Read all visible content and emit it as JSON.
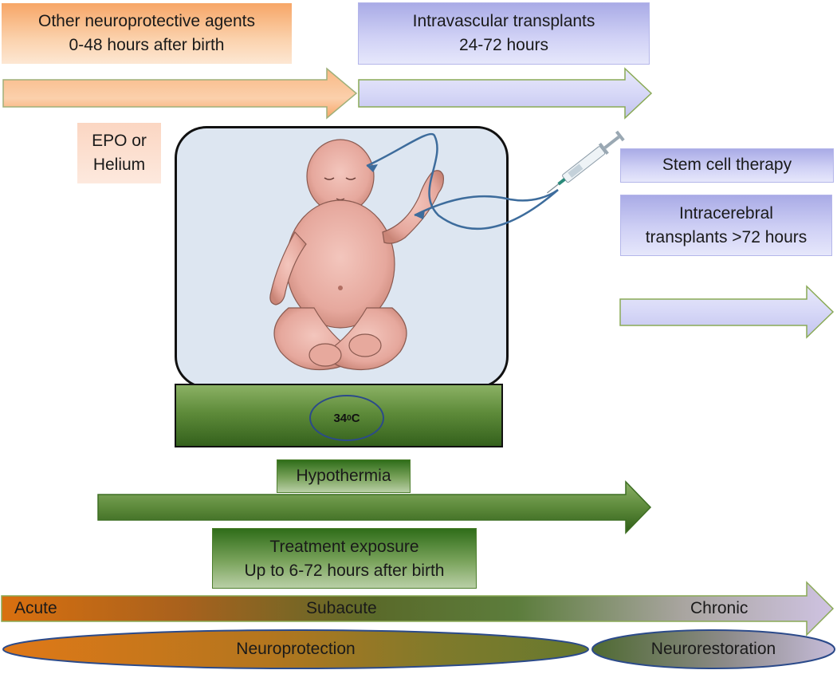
{
  "neuroprotective_box": {
    "line1": "Other neuroprotective agents",
    "line2": "0-48  hours after birth"
  },
  "intravascular_box": {
    "line1": "Intravascular transplants",
    "line2": "24-72 hours"
  },
  "epo_box": {
    "line1": "EPO or",
    "line2": "Helium"
  },
  "stem_cell_box": {
    "label": "Stem cell therapy"
  },
  "intracerebral_box": {
    "line1": "Intracerebral",
    "line2": "transplants >72 hours"
  },
  "incubator": {
    "temperature_base": "34",
    "temperature_sup": "0",
    "temperature_unit": "C"
  },
  "hypothermia_box": {
    "label": "Hypothermia"
  },
  "treatment_box": {
    "line1": "Treatment exposure",
    "line2": "Up to 6-72 hours after birth"
  },
  "stages": {
    "acute": "Acute",
    "subacute": "Subacute",
    "chronic": "Chronic"
  },
  "phases": {
    "neuroprotection": "Neuroprotection",
    "neurorestoration": "Neurorestoration"
  },
  "colors": {
    "orange": "#f7a667",
    "lavender": "#c9cbf2",
    "green": "#3d6e22",
    "outline_green": "#8aaa56"
  },
  "icons": [
    "baby-illustration",
    "syringe-icon",
    "injection-line"
  ]
}
